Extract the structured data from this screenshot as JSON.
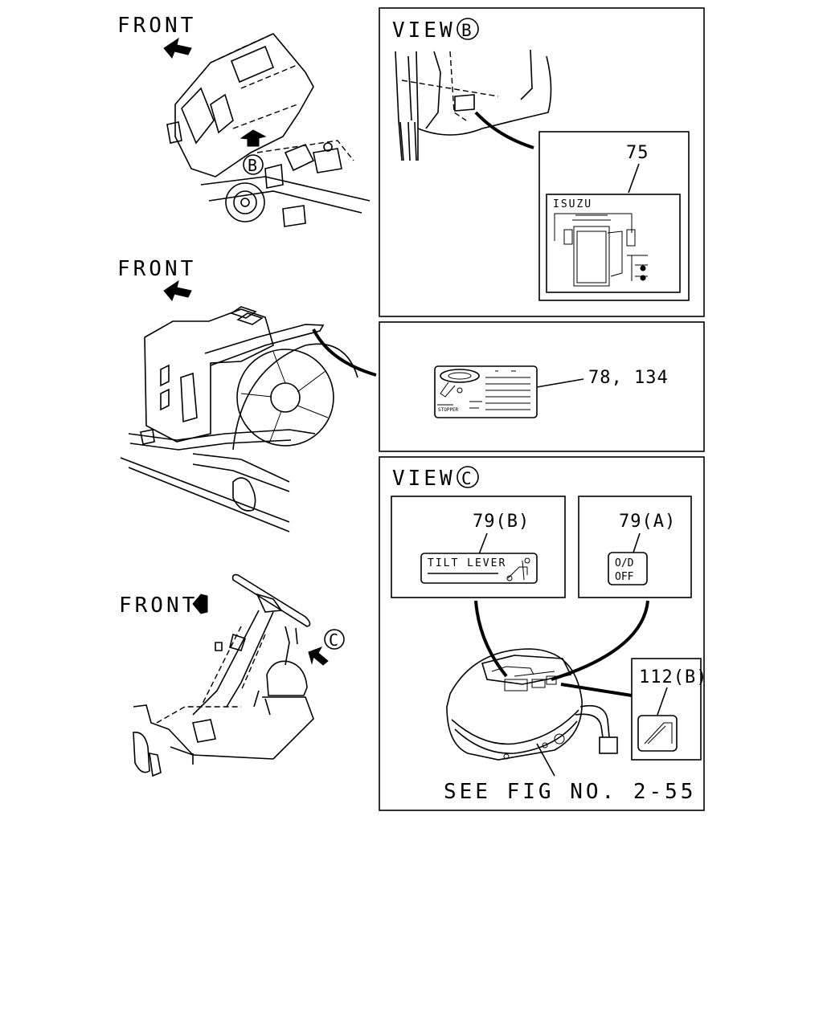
{
  "labels": {
    "front_1": "FRONT",
    "front_2": "FRONT",
    "front_3": "FRONT",
    "view_b_title": "VIEW",
    "view_b_letter": "B",
    "callout_b": "B",
    "view_c_title": "VIEW",
    "view_c_letter": "C",
    "callout_c": "C",
    "see_fig": "SEE FIG NO. 2-55"
  },
  "parts": {
    "p75": "75",
    "p78_134": "78, 134",
    "p79b": "79(B)",
    "p79a": "79(A)",
    "p112b": "112(B)"
  },
  "decals": {
    "isuzu_brand": "ISUZU",
    "tilt_lever": "TILT LEVER",
    "od_line1": "O/D",
    "od_line2": "OFF",
    "stopper": "STOPPER"
  }
}
